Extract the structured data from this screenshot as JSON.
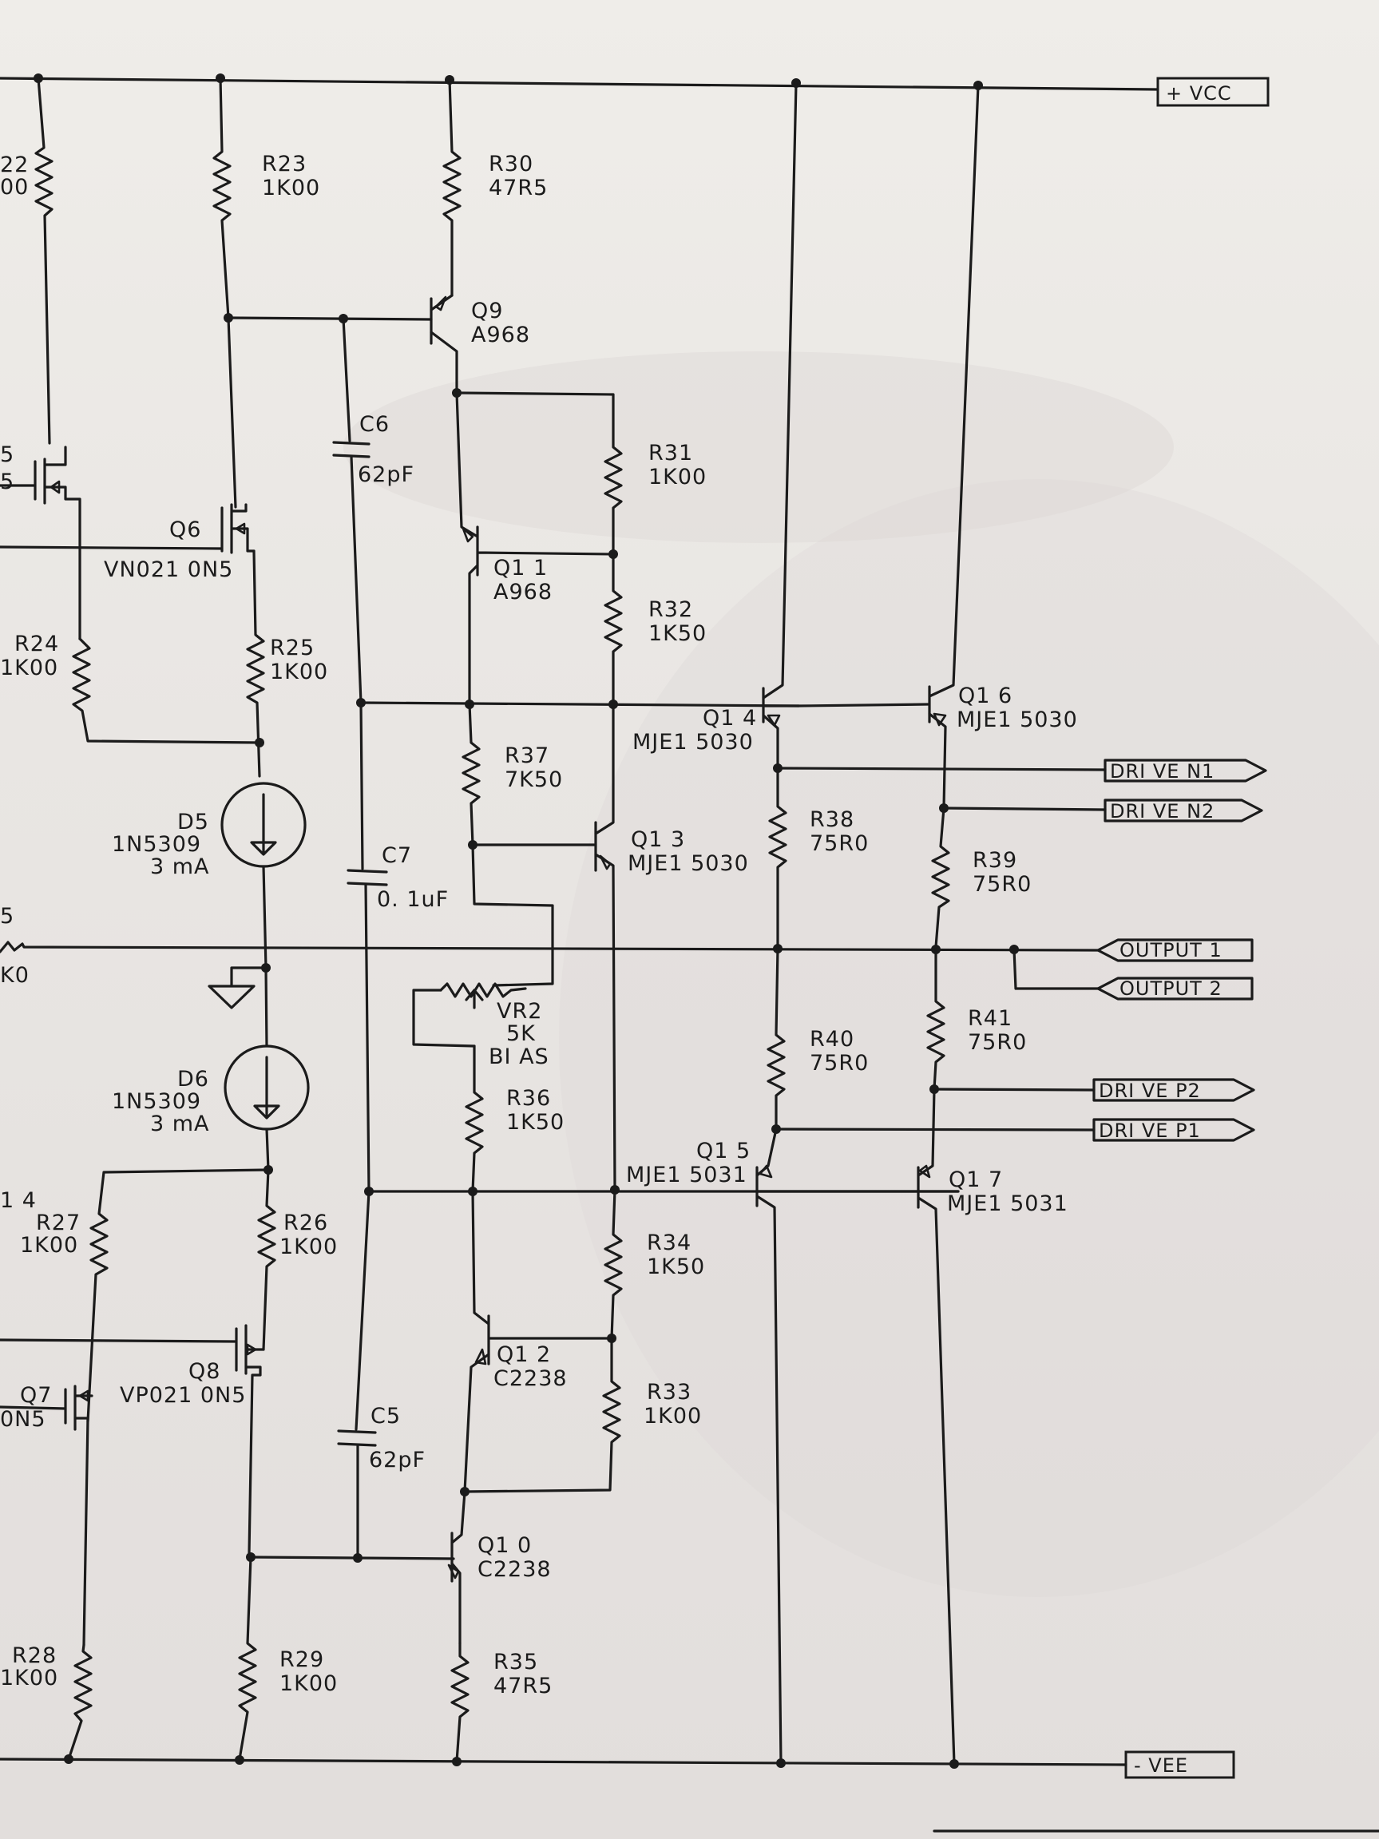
{
  "rails": {
    "vcc": "+ VCC",
    "vee": "- VEE"
  },
  "ports": {
    "drive_n1": "DRI VE  N1",
    "drive_n2": "DRI VE  N2",
    "output_1": "OUTPUT  1",
    "output_2": "OUTPUT  2",
    "drive_p2": "DRI VE  P2",
    "drive_p1": "DRI VE  P1"
  },
  "components": {
    "r22": {
      "name": "22",
      "value": "00"
    },
    "r23": {
      "name": "R23",
      "value": "1K00"
    },
    "r30": {
      "name": "R30",
      "value": "47R5"
    },
    "q9": {
      "name": "Q9",
      "part": "A968"
    },
    "c6": {
      "name": "C6",
      "value": "62pF"
    },
    "r31": {
      "name": "R31",
      "value": "1K00"
    },
    "q5": {
      "name": "5",
      "part": "5"
    },
    "q6": {
      "name": "Q6",
      "part": "VN021 0N5"
    },
    "q11": {
      "name": "Q1 1",
      "part": "A968"
    },
    "r32": {
      "name": "R32",
      "value": "1K50"
    },
    "r24": {
      "name": "R24",
      "value": "1K00"
    },
    "r25": {
      "name": "R25",
      "value": "1K00"
    },
    "q14": {
      "name": "Q1 4",
      "part": "MJE1 5030"
    },
    "q16": {
      "name": "Q1 6",
      "part": "MJE1 5030"
    },
    "r37": {
      "name": "R37",
      "value": "7K50"
    },
    "d5": {
      "name": "D5",
      "part": "1N5309",
      "current": "3  mA"
    },
    "r38": {
      "name": "R38",
      "value": "75R0"
    },
    "q13": {
      "name": "Q1 3",
      "part": "MJE1 5030"
    },
    "c7": {
      "name": "C7",
      "value": "0. 1uF"
    },
    "r39": {
      "name": "R39",
      "value": "75R0"
    },
    "left_5": "5",
    "left_k0": "K0",
    "vr2": {
      "name": "VR2",
      "value": "5K",
      "note": "BI  AS"
    },
    "r41": {
      "name": "R41",
      "value": "75R0"
    },
    "d6": {
      "name": "D6",
      "part": "1N5309",
      "current": "3  mA"
    },
    "r40": {
      "name": "R40",
      "value": "75R0"
    },
    "r36": {
      "name": "R36",
      "value": "1K50"
    },
    "q15": {
      "name": "Q1 5",
      "part": "MJE1 5031"
    },
    "q17": {
      "name": "Q1 7",
      "part": "MJE1 5031"
    },
    "left_14": "1 4",
    "r27": {
      "name": "R27",
      "value": "1K00"
    },
    "r26": {
      "name": "R26",
      "value": "1K00"
    },
    "r34": {
      "name": "R34",
      "value": "1K50"
    },
    "q12": {
      "name": "Q1 2",
      "part": "C2238"
    },
    "q8": {
      "name": "Q8",
      "part": "VP021 0N5"
    },
    "q7": {
      "name": "Q7",
      "part": "0N5"
    },
    "r33": {
      "name": "R33",
      "value": "1K00"
    },
    "c5": {
      "name": "C5",
      "value": "62pF"
    },
    "q10": {
      "name": "Q1 0",
      "part": "C2238"
    },
    "r28": {
      "name": "R28",
      "value": "1K00"
    },
    "r29": {
      "name": "R29",
      "value": "1K00"
    },
    "r35": {
      "name": "R35",
      "value": "47R5"
    }
  }
}
